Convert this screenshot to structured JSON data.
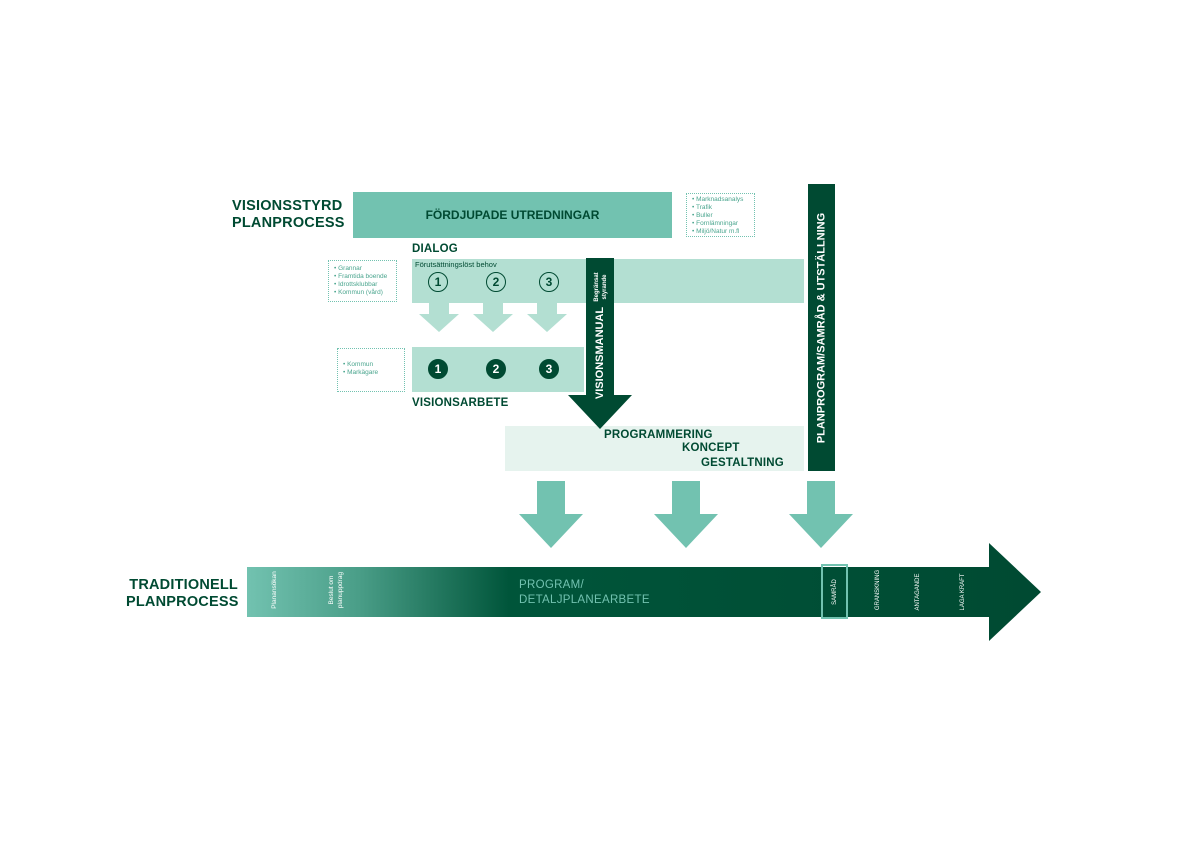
{
  "vision": {
    "title_line1": "VISIONSSTYRD",
    "title_line2": "PLANPROCESS",
    "fordjupade": "FÖRDJUPADE UTREDNINGAR",
    "fordjupade_items": [
      "Marknadsanalys",
      "Trafik",
      "Buller",
      "Fornlämningar",
      "Miljö/Natur m.fl"
    ],
    "dialog_label": "DIALOG",
    "dialog_sublabel": "Förutsättningslöst behov",
    "dialog_items": [
      "Grannar",
      "Framtida boende",
      "Idrottsklubbar",
      "Kommun (vård)"
    ],
    "dialog_steps": [
      "1",
      "2",
      "3"
    ],
    "visionsarbete_label": "VISIONSARBETE",
    "visionsarbete_items": [
      "Kommun",
      "Markägare"
    ],
    "visionsarbete_steps": [
      "1",
      "2",
      "3"
    ],
    "visionsmanual": "VISIONSMANUAL",
    "visionsmanual_note_line1": "Begränsat",
    "visionsmanual_note_line2": "styrande",
    "programmering": "PROGRAMMERING",
    "koncept": "KONCEPT",
    "gestaltning": "GESTALTNING",
    "planprogram": "PLANPROGRAM/SAMRÅD & UTSTÄLLNING"
  },
  "traditional": {
    "title_line1": "TRADITIONELL",
    "title_line2": "PLANPROCESS",
    "planansokan": "Planansökan",
    "beslut_line1": "Beslut om",
    "beslut_line2": "planuppdrag",
    "program_line1": "PROGRAM/",
    "program_line2": "DETALJPLANEARBETE",
    "samrad": "SAMRÅD",
    "granskning": "GRANSKNING",
    "antagande": "ANTAGANDE",
    "laga_kraft": "LAGA KRAFT"
  },
  "colors": {
    "dark": "#004a32",
    "teal": "#72c2b0",
    "light": "#b3dfd2",
    "pale": "#e6f3ee"
  }
}
